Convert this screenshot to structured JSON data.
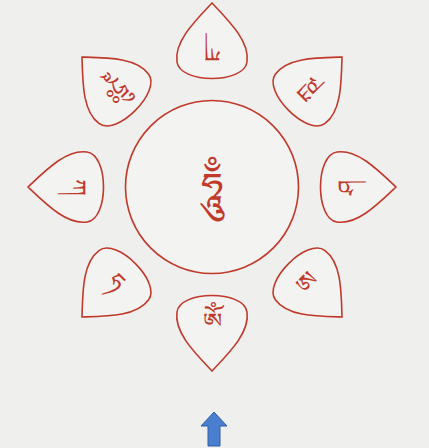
{
  "diagram": {
    "nodes": [
      {
        "text": [
          "ཧཱུྃ"
        ]
      },
      {
        "text": [
          "ཨོཾ"
        ]
      },
      {
        "text": [
          "ཧ"
        ]
      },
      {
        "text": [
          "ཀ"
        ]
      },
      {
        "text": [
          "ཧྲཱིཿ"
        ]
      },
      {
        "text": [
          "ཀ"
        ]
      },
      {
        "text": [
          "ཀྵ"
        ]
      },
      {
        "text": [
          "ཤ"
        ]
      },
      {
        "text": [
          "ཨ"
        ]
      }
    ]
  }
}
